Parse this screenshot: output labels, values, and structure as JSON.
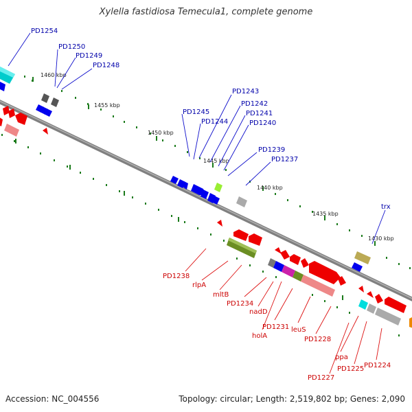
{
  "header": {
    "title": "Xylella fastidiosa Temecula1, complete genome"
  },
  "footer": {
    "accession": "Accession: NC_004556",
    "summary": "Topology: circular; Length: 2,519,802 bp; Genes: 2,090"
  },
  "scale_labels": [
    "1460 kbp",
    "1455 kbp",
    "1450 kbp",
    "1445 kbp",
    "1440 kbp",
    "1435 kbp",
    "1430 kbp"
  ],
  "top_strand_labels": [
    "PD1254",
    "PD1250",
    "PD1249",
    "PD1248",
    "PD1243",
    "PD1242",
    "PD1241",
    "PD1240",
    "PD1245",
    "PD1244",
    "PD1239",
    "PD1237",
    "trx"
  ],
  "bottom_strand_labels": [
    "PD1238",
    "rlpA",
    "mltB",
    "PD1234",
    "nadD",
    "holA",
    "PD1231",
    "leuS",
    "PD1228",
    "ppa",
    "PD1227",
    "PD1225",
    "PD1224"
  ],
  "colors": {
    "backbone": "#888888",
    "top_strand_label": "#0000aa",
    "bottom_strand_label": "#cc0000",
    "tick_mark": "#1a7a1a"
  }
}
